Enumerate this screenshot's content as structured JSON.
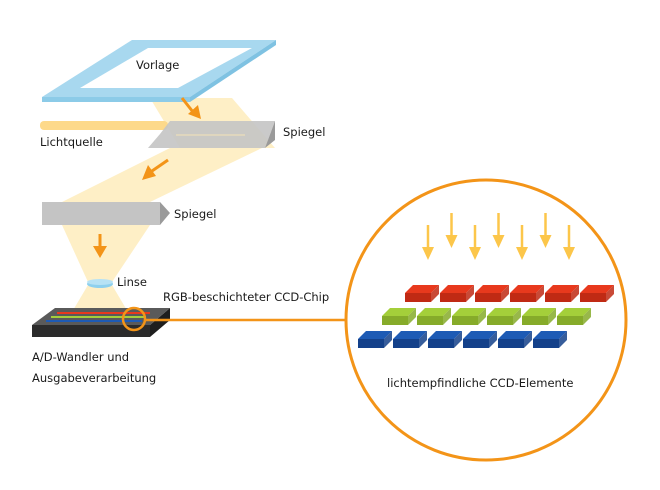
{
  "title": "CCD-Scanner Funktionsprinzip",
  "labels": {
    "document": "Vorlage",
    "light_source": "Lichtquelle",
    "mirror_upper": "Spiegel",
    "mirror_lower": "Spiegel",
    "lens": "Linse",
    "ccd_chip": "RGB-beschichteter CCD-Chip",
    "adc_line1": "A/D-Wandler und",
    "adc_line2": "Ausgabeverarbeitung",
    "ccd_elements": "lichtempfindliche CCD-Elemente"
  },
  "colors": {
    "frame": "#a8d8ef",
    "frame_dark": "#8ccbe8",
    "light_beam": "#fde9b3",
    "light_source": "#fdd98a",
    "mirror_top": "#c4c4c4",
    "mirror_side": "#9a9a9a",
    "arrow": "#f39418",
    "light_arrow": "#fcc64a",
    "chip_top": "#5a5a5a",
    "chip_side": "#2b2b2b",
    "magnifier": "#f39418",
    "red": "#e8391d",
    "red_dark": "#c02a14",
    "green": "#a4cf3a",
    "green_dark": "#86ab2a",
    "blue": "#1e5bb5",
    "blue_dark": "#14418a",
    "lens": "#8dd0ee"
  },
  "ccd_grid": {
    "rows": [
      "red",
      "green",
      "blue"
    ],
    "elements_per_row": 6,
    "incoming_light_arrows": 7
  }
}
